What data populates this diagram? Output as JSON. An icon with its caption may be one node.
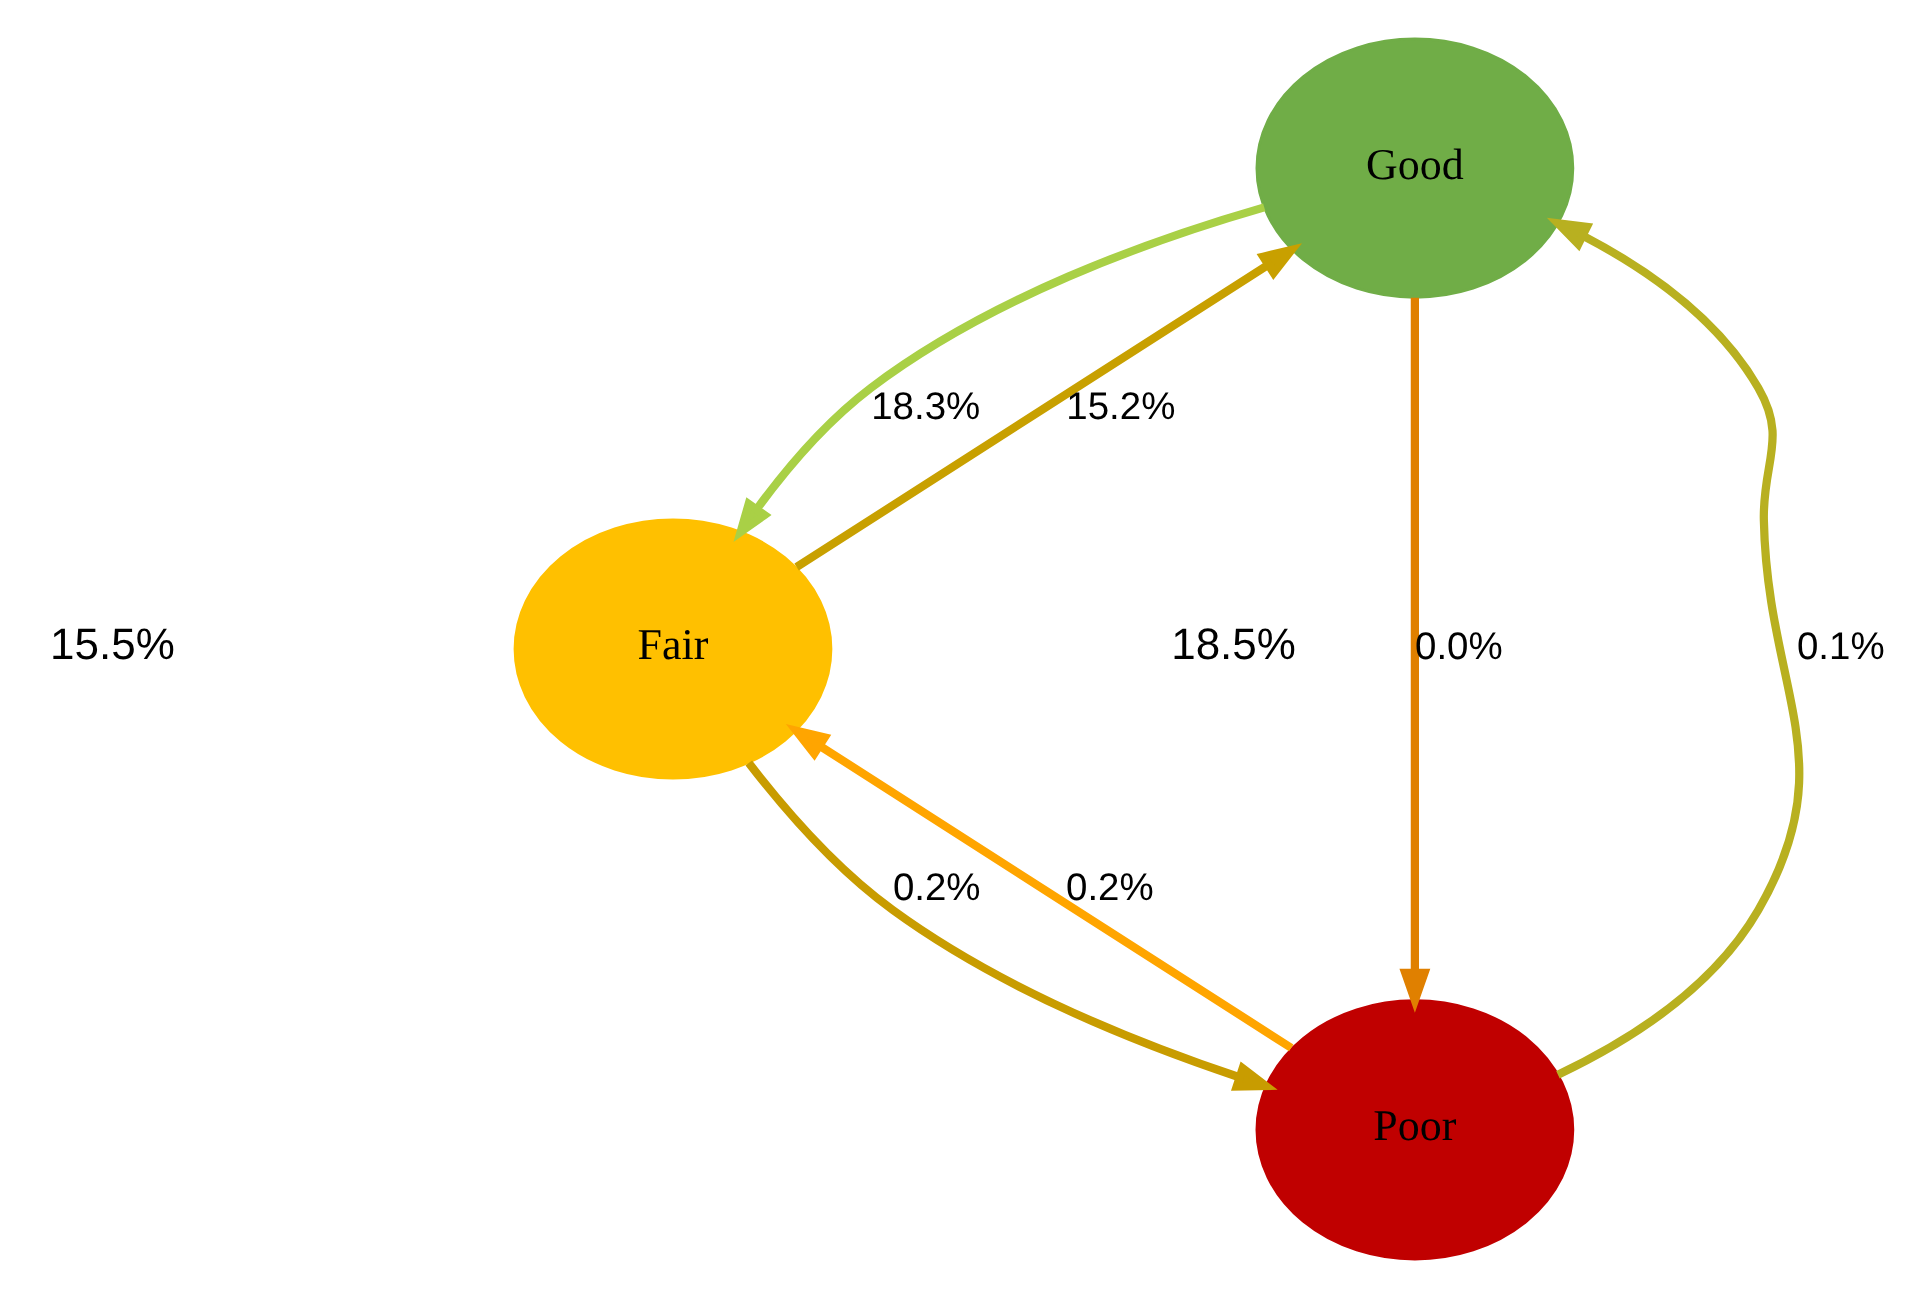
{
  "diagram": {
    "nodes": [
      {
        "text": [
          "Good"
        ]
      },
      {
        "text": [
          "Fair"
        ]
      },
      {
        "text": [
          "Poor"
        ]
      }
    ],
    "edges": [
      {
        "from": 2,
        "to": 0,
        "arrow": "to",
        "label": "0.1%"
      },
      {
        "from": 1,
        "to": 0,
        "arrow": "to",
        "label": "15.2%"
      },
      {
        "from": 2,
        "to": 1,
        "arrow": "to",
        "label": "0.2%"
      },
      {
        "from": 0,
        "to": 1,
        "arrow": "to",
        "label": "18.3%"
      },
      {
        "from": 0,
        "to": 2,
        "arrow": "to",
        "label": "0.0%"
      },
      {
        "from": 1,
        "to": 2,
        "arrow": "to",
        "label": "0.2%"
      }
    ],
    "labels": [
      "15.5%",
      "18.5%"
    ]
  }
}
